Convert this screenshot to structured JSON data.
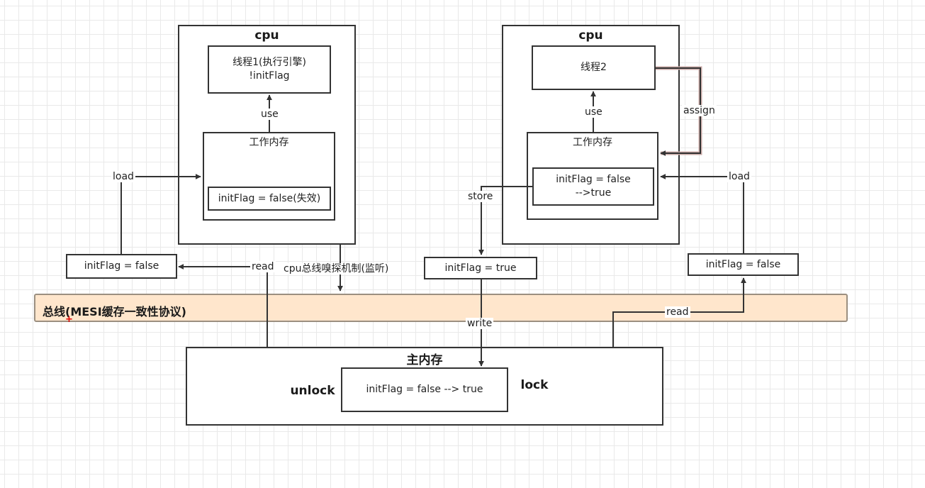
{
  "cpu_left": {
    "title": "cpu",
    "thread": {
      "line1": "线程1(执行引擎)",
      "line2": "!initFlag"
    },
    "use_label": "use",
    "work_memory": {
      "title": "工作内存",
      "value": "initFlag = false(失效)"
    }
  },
  "cpu_right": {
    "title": "cpu",
    "thread": {
      "line1": "线程2"
    },
    "use_label": "use",
    "assign_label": "assign",
    "work_memory": {
      "title": "工作内存",
      "value_line1": "initFlag = false",
      "value_line2": "-->true"
    }
  },
  "left_var": "initFlag = false",
  "left_load_label": "load",
  "left_read_label": "read",
  "sniff_label": "cpu总线嗅探机制(监听)",
  "store_label": "store",
  "store_var": "initFlag = true",
  "write_label": "write",
  "right_var": "initFlag = false",
  "right_load_label": "load",
  "right_read_label": "read",
  "bus": {
    "label": "总线(MESI缓存一致性协议)",
    "fill": "#ffe6cc"
  },
  "main_memory": {
    "title": "主内存",
    "unlock": "unlock",
    "lock": "lock",
    "value": "initFlag = false --> true"
  },
  "colors": {
    "stroke": "#333333",
    "assign_stroke": "#c9a9a6"
  }
}
